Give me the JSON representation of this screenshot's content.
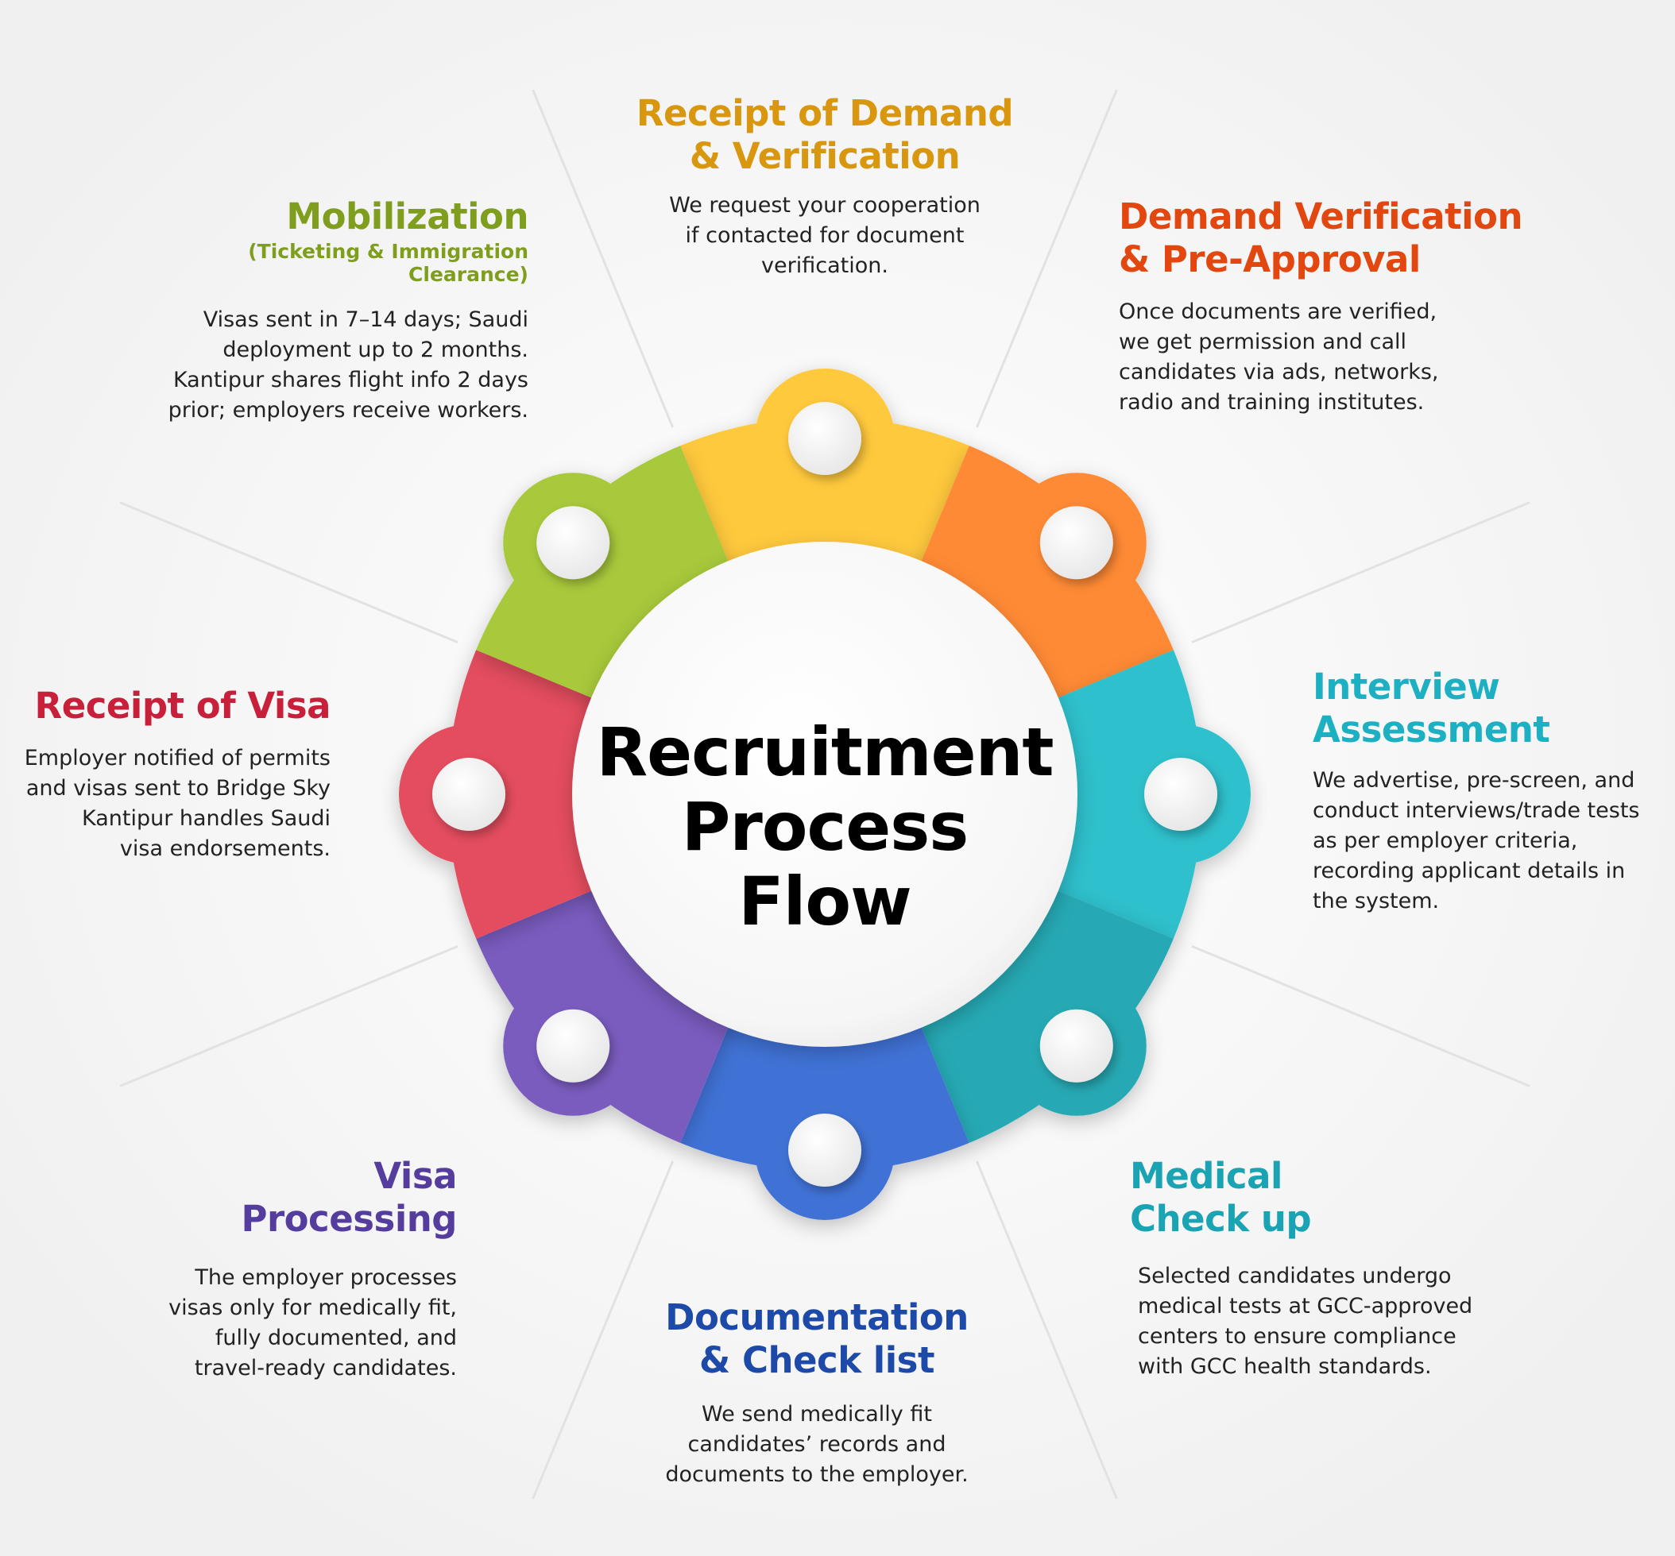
{
  "center_title": [
    "Recruitment",
    "Process Flow"
  ],
  "colors": {
    "receipt_demand": "#ffc93c",
    "demand_verification": "#ff8a36",
    "interview": "#2fc0cc",
    "medical": "#26a9b4",
    "documentation": "#3f72d6",
    "visa_processing": "#7a5bbf",
    "receipt_visa": "#e44d5e",
    "mobilization": "#a8c93a"
  },
  "steps": {
    "receipt_demand": {
      "title": [
        "Receipt of Demand",
        "& Verification"
      ],
      "title_color": "#d9960f",
      "desc": [
        "We request your cooperation",
        "if contacted for document",
        "verification."
      ]
    },
    "demand_verification": {
      "title": [
        "Demand Verification",
        "& Pre-Approval"
      ],
      "title_color": "#e2470f",
      "desc": [
        "Once documents are verified,",
        "we get permission and call",
        "candidates via ads, networks,",
        "radio and training institutes."
      ]
    },
    "interview": {
      "title": [
        "Interview",
        "Assessment"
      ],
      "title_color": "#1cb0c2",
      "desc": [
        "We advertise, pre-screen, and",
        "conduct interviews/trade tests",
        "as per employer criteria,",
        "recording applicant details in",
        "the system."
      ]
    },
    "medical": {
      "title": [
        "Medical",
        "Check up"
      ],
      "title_color": "#1aa3b3",
      "desc": [
        "Selected candidates undergo",
        "medical tests at GCC-approved",
        "centers to ensure compliance",
        "with GCC health standards."
      ]
    },
    "documentation": {
      "title": [
        "Documentation",
        "& Check list"
      ],
      "title_color": "#1d4aa8",
      "desc": [
        "We send medically fit",
        "candidates’ records and",
        "documents to the employer."
      ]
    },
    "visa_processing": {
      "title": [
        "Visa",
        "Processing"
      ],
      "title_color": "#553d9e",
      "desc": [
        "The employer processes",
        "visas only for medically fit,",
        "fully documented, and",
        "travel-ready candidates."
      ]
    },
    "receipt_visa": {
      "title": [
        "Receipt of Visa"
      ],
      "title_color": "#c81f3b",
      "desc": [
        "Employer notified of permits",
        "and visas sent to Bridge Sky",
        "Kantipur handles Saudi",
        "visa endorsements."
      ]
    },
    "mobilization": {
      "title": [
        "Mobilization"
      ],
      "subtitle": [
        "(Ticketing & Immigration",
        "Clearance)"
      ],
      "title_color": "#7f9e1d",
      "desc": [
        "Visas sent in 7–14 days; Saudi",
        "deployment up to 2 months.",
        "Kantipur shares flight info 2 days",
        "prior; employers receive workers."
      ]
    }
  }
}
